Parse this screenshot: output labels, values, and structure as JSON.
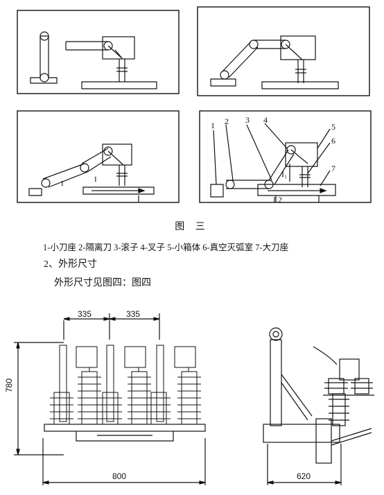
{
  "figure3": {
    "caption": "图 三",
    "legend": "1-小刀座 2-隔离刀 3-滚子 4-叉子 5-小箱体 6-真空灭弧室 7-大刀座",
    "callouts": [
      "1",
      "2",
      "3",
      "4",
      "5",
      "6",
      "7"
    ],
    "marks": {
      "I1": "I₁",
      "I2": "I 2"
    }
  },
  "section2": {
    "heading": "2、外形尺寸",
    "text": "外形尺寸见图四：图四"
  },
  "figure4": {
    "dim_spacing_1": "335",
    "dim_spacing_2": "335",
    "dim_height": "780",
    "dim_width_front": "800",
    "dim_width_side": "620"
  }
}
